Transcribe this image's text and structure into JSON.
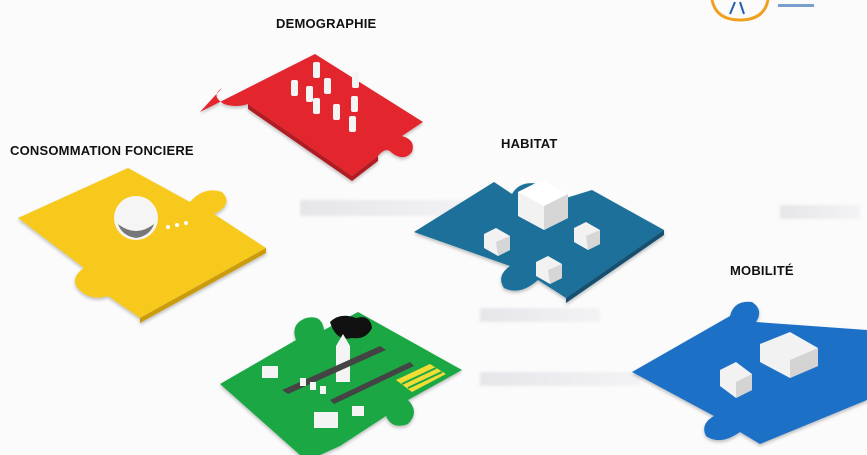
{
  "labels": {
    "demographie": "DEMOGRAPHIE",
    "consommation_fonciere": "CONSOMMATION FONCIERE",
    "habitat": "HABITAT",
    "mobilite": "MOBILITÉ"
  },
  "colors": {
    "red": "#e3262d",
    "yellow": "#f6c91f",
    "teal": "#1f6f99",
    "green": "#1aa745",
    "blue": "#1c70c6",
    "logo_orange": "#f0a020",
    "logo_blue": "#2460b0"
  },
  "icons": {
    "demographie": "people-icon",
    "consommation_fonciere": "land-use-icon",
    "habitat": "houses-icon",
    "environnement": "town-icon",
    "mobilite": "vehicles-icon"
  }
}
